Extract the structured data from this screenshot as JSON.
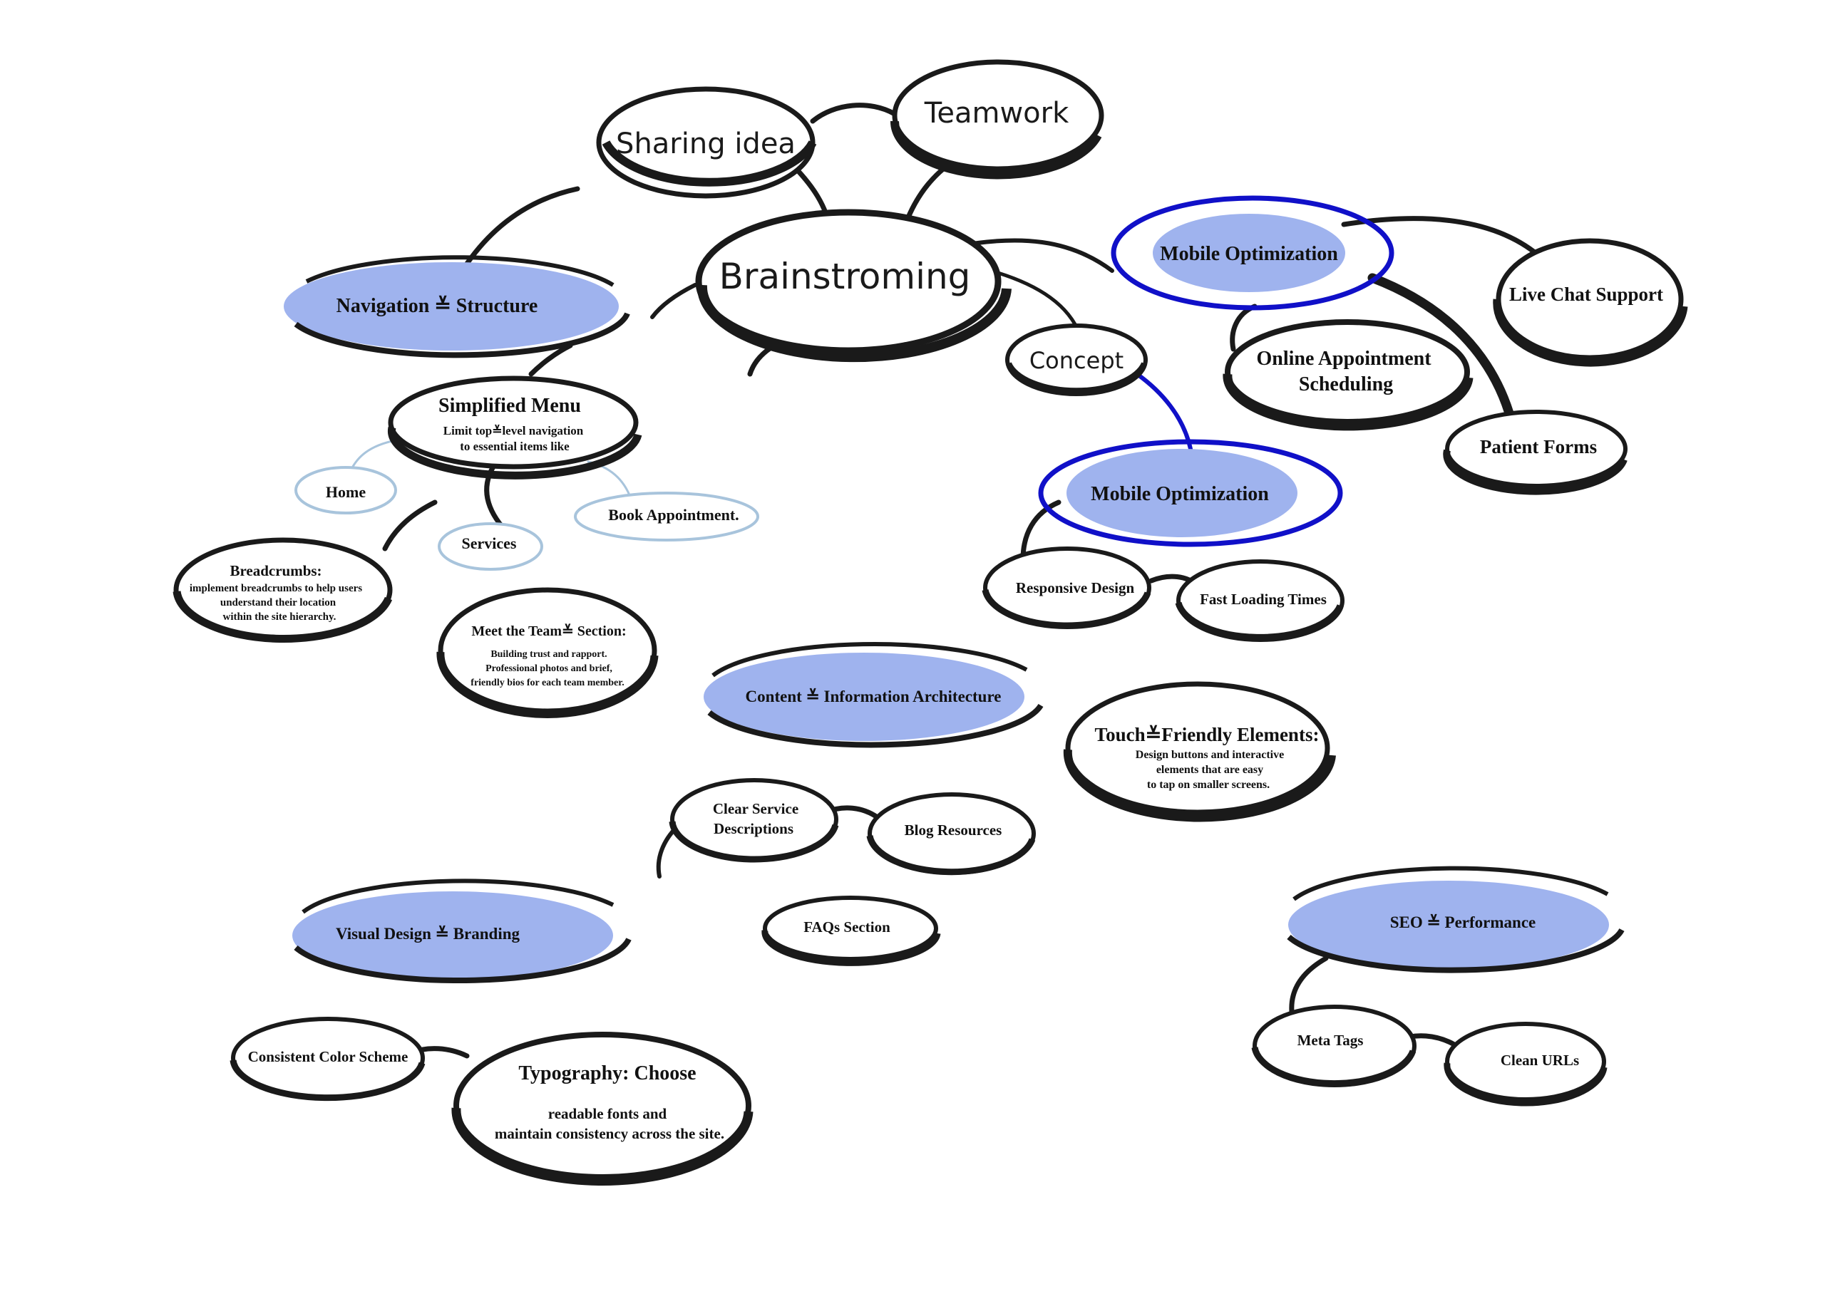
{
  "colors": {
    "ink": "#1a1a1a",
    "fill_light": "#9fb3ee",
    "accent_blue": "#1010c8",
    "pale_blue": "#a8c4dc",
    "background": "#ffffff"
  },
  "nodes": {
    "brainstorming": "Brainstroming",
    "sharing_idea": "Sharing idea",
    "teamwork": "Teamwork",
    "concept": "Concept",
    "navigation_structure": "Navigation ≚ Structure",
    "simplified_menu_title": "Simplified Menu",
    "simplified_menu_line1": "Limit top≚level navigation",
    "simplified_menu_line2": "to essential items like",
    "home": "Home",
    "services": "Services",
    "book_appointment": "Book Appointment.",
    "breadcrumbs_title": "Breadcrumbs:",
    "breadcrumbs_line1": "implement breadcrumbs to help users",
    "breadcrumbs_line2": "understand their location",
    "breadcrumbs_line3": "within the site hierarchy.",
    "meet_team_title": "Meet the Team≚ Section:",
    "meet_team_line1": "Building trust and rapport.",
    "meet_team_line2": "Professional photos and brief,",
    "meet_team_line3": "friendly bios for each team member.",
    "mobile_optimization_top": "Mobile Optimization",
    "live_chat": "Live Chat Support",
    "online_appt_line1": "Online Appointment",
    "online_appt_line2": "Scheduling",
    "patient_forms": "Patient Forms",
    "mobile_optimization_mid": "Mobile Optimization",
    "responsive_design": "Responsive Design",
    "fast_loading": "Fast Loading Times",
    "touch_title": "Touch≚Friendly Elements:",
    "touch_line1": "Design buttons and interactive",
    "touch_line2": "elements that are easy",
    "touch_line3": "to tap on smaller screens.",
    "content_ia": "Content ≚ Information Architecture",
    "clear_service_line1": "Clear Service",
    "clear_service_line2": "Descriptions",
    "blog_resources": "Blog Resources",
    "faqs": "FAQs Section",
    "visual_design": "Visual Design ≚ Branding",
    "consistent_color": "Consistent Color Scheme",
    "typography_title": "Typography: Choose",
    "typography_line1": "readable fonts and",
    "typography_line2": "maintain consistency across the site.",
    "seo_performance": "SEO ≚ Performance",
    "meta_tags": "Meta Tags",
    "clean_urls": "Clean URLs"
  }
}
